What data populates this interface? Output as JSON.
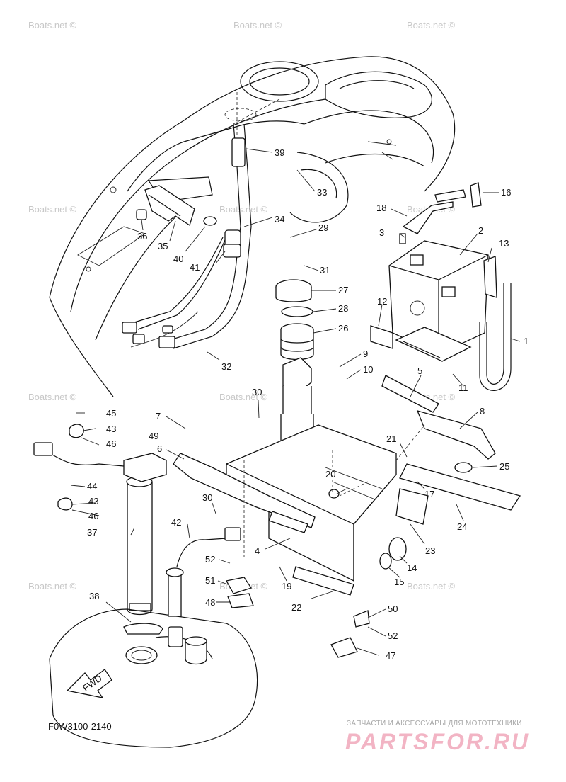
{
  "diagram_code": "F0W3100-2140",
  "watermark_text": "Boats.net ©",
  "fwd_label": "FWD",
  "logo": {
    "tagline": "ЗАПЧАСТИ И АКСЕССУАРЫ ДЛЯ МОТОТЕХНИКИ",
    "name": "PARTSFOR.RU"
  },
  "callouts": [
    "1",
    "2",
    "3",
    "4",
    "5",
    "6",
    "7",
    "8",
    "9",
    "10",
    "11",
    "12",
    "13",
    "14",
    "15",
    "16",
    "17",
    "18",
    "19",
    "20",
    "21",
    "22",
    "23",
    "24",
    "25",
    "26",
    "27",
    "28",
    "29",
    "30",
    "30",
    "31",
    "32",
    "33",
    "34",
    "35",
    "36",
    "37",
    "38",
    "39",
    "40",
    "41",
    "42",
    "43",
    "43",
    "44",
    "45",
    "46",
    "46",
    "47",
    "48",
    "49",
    "50",
    "51",
    "52",
    "52"
  ]
}
